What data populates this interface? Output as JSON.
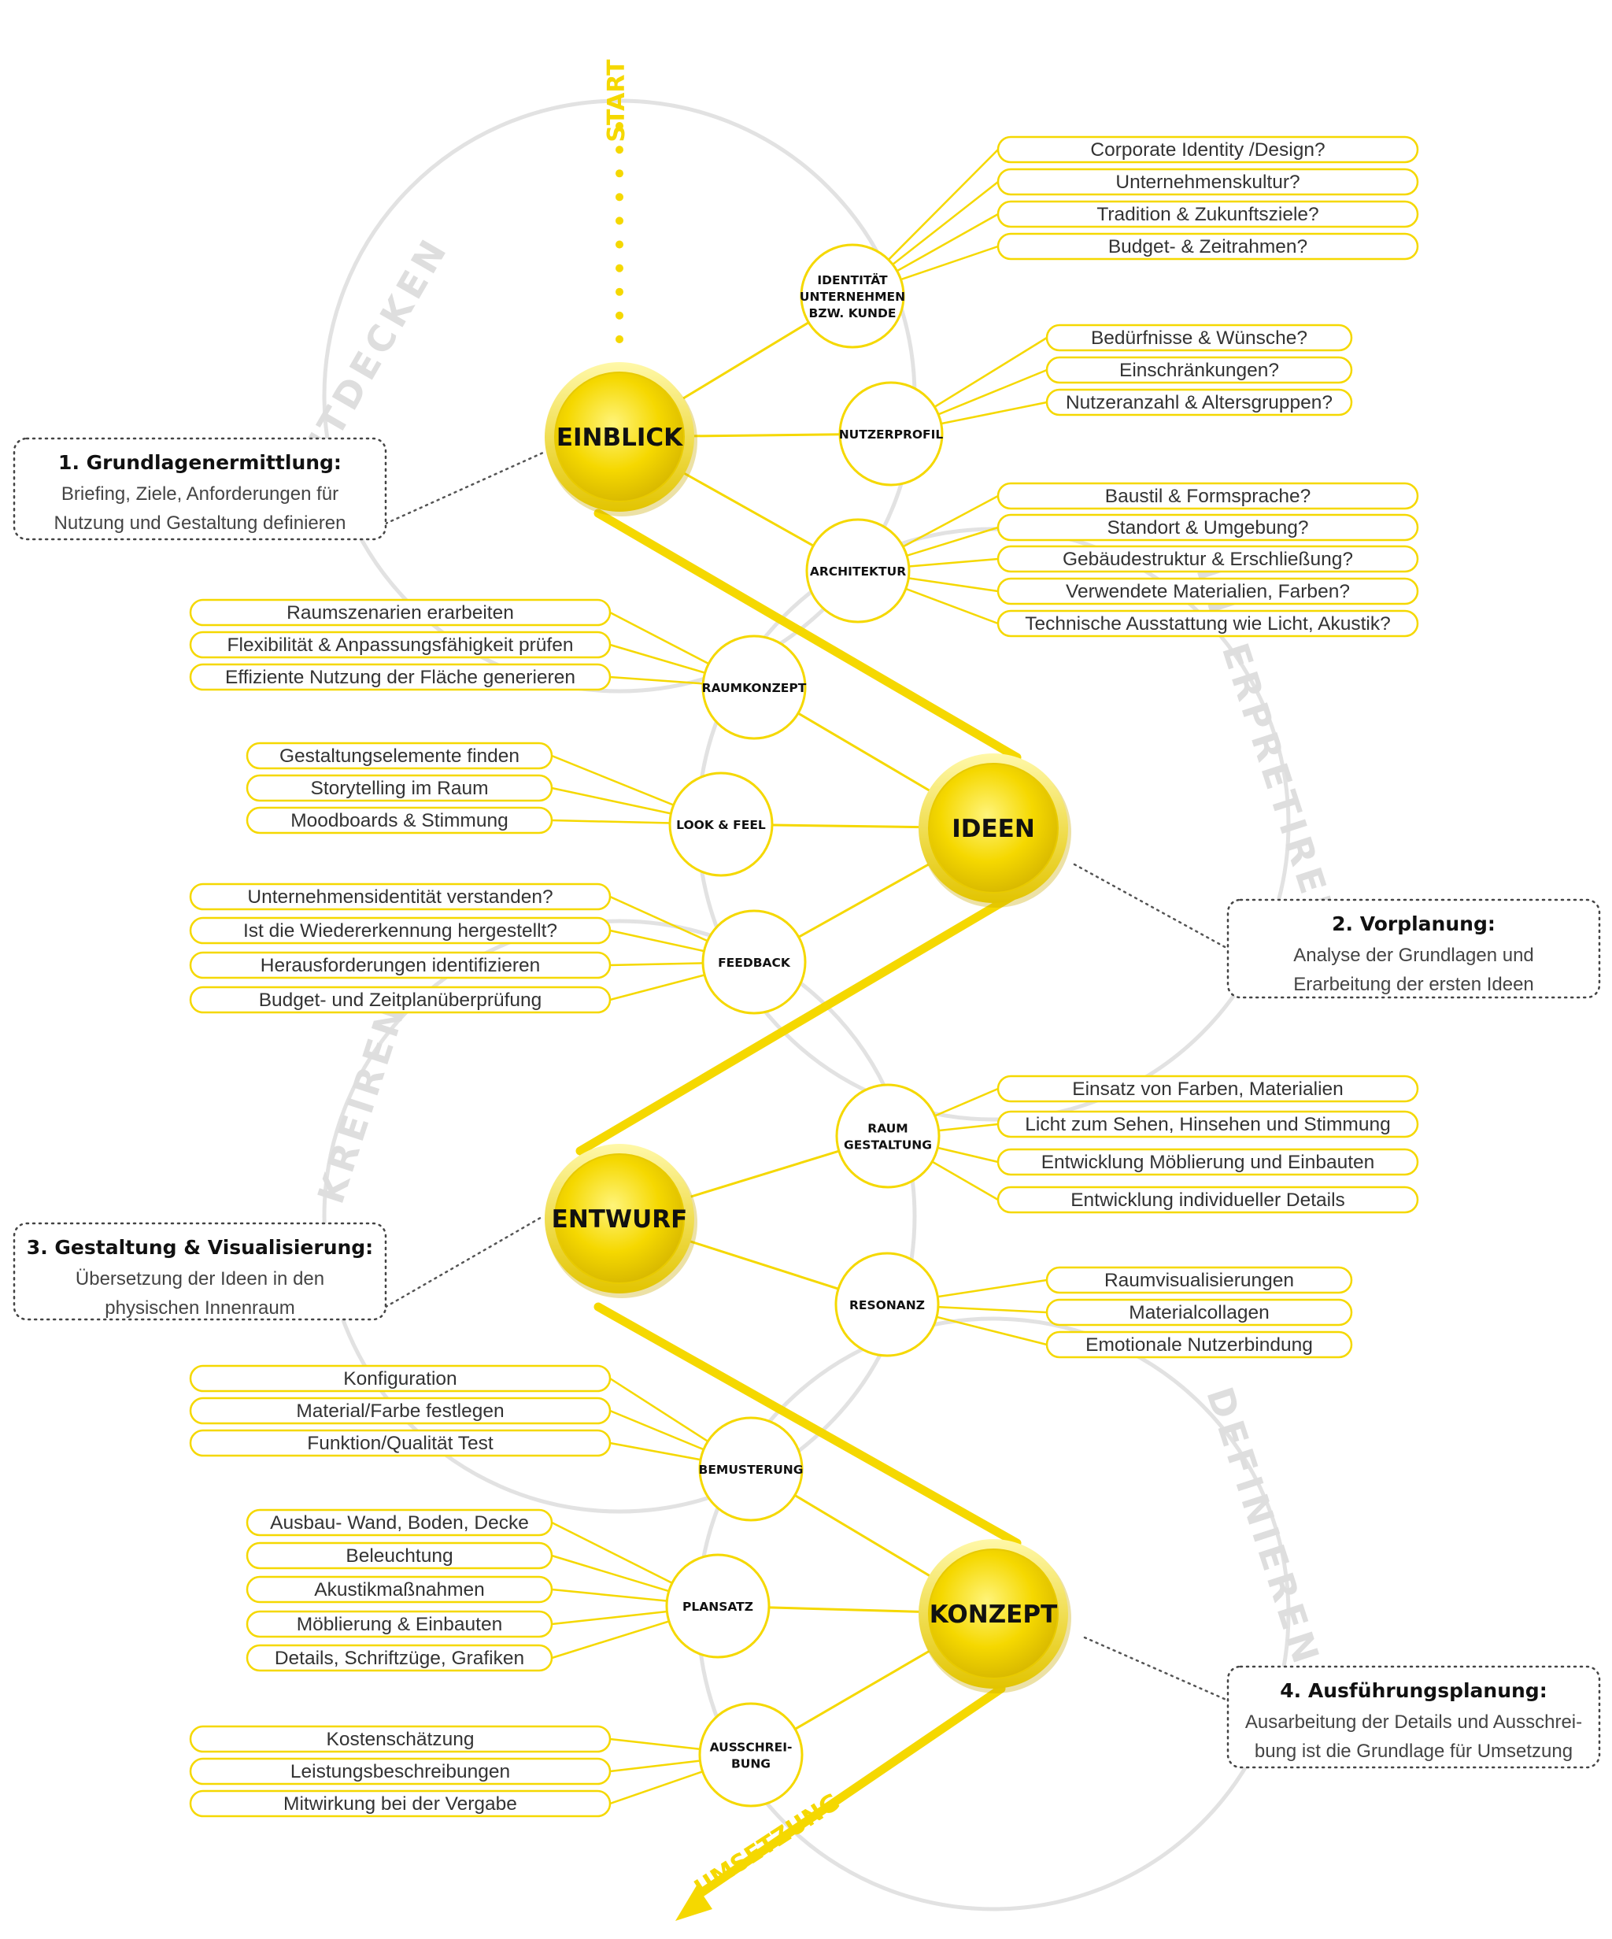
{
  "colors": {
    "accent": "#f5d800",
    "accent_light": "#fff47a",
    "accent_dark": "#d4b400",
    "ghost": "#dedede",
    "text": "#111111"
  },
  "start_label": "START",
  "end_label": "UMSETZUNG",
  "ghost_labels": {
    "entdecken": "ENTDECKEN",
    "interpretiren": "INTERPRETIREN",
    "kreiren": "KREIREN",
    "definieren": "DEFINIEREN"
  },
  "phases": {
    "einblick": "EINBLICK",
    "ideen": "IDEEN",
    "entwurf": "ENTWURF",
    "konzept": "KONZEPT"
  },
  "notes": {
    "n1": {
      "title": "1. Grundlagenermittlung:",
      "lines": [
        "Briefing, Ziele, Anforderungen für",
        "Nutzung und Gestaltung definieren"
      ]
    },
    "n2": {
      "title": "2. Vorplanung:",
      "lines": [
        "Analyse der Grundlagen und",
        "Erarbeitung der ersten Ideen"
      ]
    },
    "n3": {
      "title": "3. Gestaltung & Visualisierung:",
      "lines": [
        "Übersetzung der Ideen in den",
        "physischen Innenraum"
      ]
    },
    "n4": {
      "title": "4. Ausführungsplanung:",
      "lines": [
        "Ausarbeitung der Details und Ausschrei-",
        "bung ist die Grundlage für Umsetzung"
      ]
    }
  },
  "subtopics": {
    "identitaet": {
      "lines": [
        "IDENTITÄT",
        "UNTERNEHMEN",
        "BZW. KUNDE"
      ],
      "items": [
        "Corporate Identity /Design?",
        "Unternehmenskultur?",
        "Tradition & Zukunftsziele?",
        "Budget- & Zeitrahmen?"
      ]
    },
    "nutzerprofil": {
      "lines": [
        "NUTZERPROFIL"
      ],
      "items": [
        "Bedürfnisse & Wünsche?",
        "Einschränkungen?",
        "Nutzeranzahl & Altersgruppen?"
      ]
    },
    "architektur": {
      "lines": [
        "ARCHITEKTUR"
      ],
      "items": [
        "Baustil & Formsprache?",
        "Standort & Umgebung?",
        "Gebäudestruktur & Erschließung?",
        "Verwendete Materialien, Farben?",
        "Technische Ausstattung wie Licht, Akustik?"
      ]
    },
    "raumkonzept": {
      "lines": [
        "RAUMKONZEPT"
      ],
      "items": [
        "Raumszenarien erarbeiten",
        "Flexibilität & Anpassungsfähigkeit prüfen",
        "Effiziente Nutzung der Fläche generieren"
      ]
    },
    "lookfeel": {
      "lines": [
        "LOOK & FEEL"
      ],
      "items": [
        "Gestaltungselemente finden",
        "Storytelling im Raum",
        "Moodboards & Stimmung"
      ]
    },
    "feedback": {
      "lines": [
        "FEEDBACK"
      ],
      "items": [
        "Unternehmensidentität verstanden?",
        "Ist die Wiedererkennung hergestellt?",
        "Herausforderungen identifizieren",
        "Budget- und Zeitplanüberprüfung"
      ]
    },
    "raumgestaltung": {
      "lines": [
        "RAUM",
        "GESTALTUNG"
      ],
      "items": [
        "Einsatz von Farben, Materialien",
        "Licht zum Sehen, Hinsehen und Stimmung",
        "Entwicklung Möblierung und Einbauten",
        "Entwicklung individueller Details"
      ]
    },
    "resonanz": {
      "lines": [
        "RESONANZ"
      ],
      "items": [
        "Raumvisualisierungen",
        "Materialcollagen",
        "Emotionale Nutzerbindung"
      ]
    },
    "bemusterung": {
      "lines": [
        "BEMUSTERUNG"
      ],
      "items": [
        "Konfiguration",
        "Material/Farbe festlegen",
        "Funktion/Qualität Test"
      ]
    },
    "plansatz": {
      "lines": [
        "PLANSATZ"
      ],
      "items": [
        "Ausbau- Wand, Boden, Decke",
        "Beleuchtung",
        "Akustikmaßnahmen",
        "Möblierung & Einbauten",
        "Details, Schriftzüge, Grafiken"
      ]
    },
    "ausschreibung": {
      "lines": [
        "AUSSCHREI-",
        "BUNG"
      ],
      "items": [
        "Kostenschätzung",
        "Leistungsbeschreibungen",
        "Mitwirkung bei der Vergabe"
      ]
    }
  }
}
